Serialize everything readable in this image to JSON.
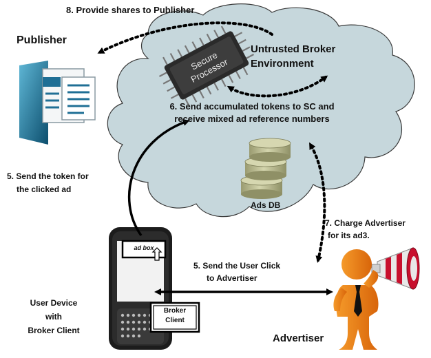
{
  "labels": {
    "step8": "8. Provide shares to Publisher",
    "publisher": "Publisher",
    "broker_env_line1": "Untrusted Broker",
    "broker_env_line2": "Environment",
    "chip_line1": "Secure",
    "chip_line2": "Processor",
    "step6_line1": "6. Send accumulated tokens to SC and",
    "step6_line2": "receive mixed ad reference numbers",
    "step5a_line1": "5. Send the token for",
    "step5a_line2": "the clicked ad",
    "ads_db": "Ads DB",
    "step7_line1": "7. Charge Advertiser",
    "step7_line2": "for its ad3.",
    "ad_box": "ad box",
    "step5b_line1": "5. Send the User Click",
    "step5b_line2": "to Advertiser",
    "user_device_line1": "User Device",
    "user_device_line2": "with",
    "user_device_line3": "Broker Client",
    "broker_client_line1": "Broker",
    "broker_client_line2": "Client",
    "advertiser": "Advertiser"
  },
  "colors": {
    "cloud_fill": "#c6d7dc",
    "cloud_stroke": "#3a3a3a",
    "db_fill": "#c2c39a",
    "advertiser_orange": "#ef7d0e",
    "megaphone_red": "#c8102e",
    "chip_dark": "#2a2a2a",
    "publisher_blue": "#1f6f95"
  },
  "icons": [
    "secure-processor-icon",
    "publisher-document-icon",
    "database-icon",
    "phone-icon",
    "advertiser-megaphone-icon"
  ]
}
